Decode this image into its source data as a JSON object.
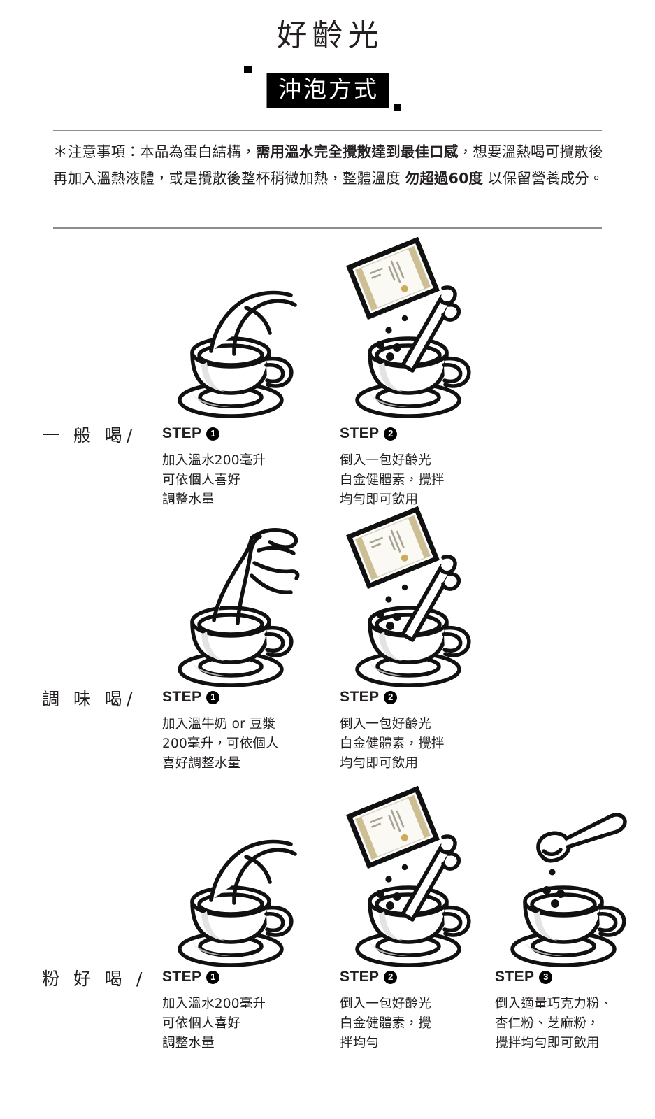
{
  "header": {
    "brand_title": "好齡光",
    "plate_title": "沖泡方式"
  },
  "notice": {
    "prefix": "＊注意事項：本品為蛋白結構，",
    "bold_1": "需用溫水完全攪散達到最佳口感",
    "middle": "，想要溫熱喝可攪散後再加入溫熱液體，或是攪散後整杯稍微加熱，整體溫度 ",
    "bold_2": "勿超過60度",
    "suffix": " 以保留營養成分。"
  },
  "sections": [
    {
      "category": "一 般 喝/",
      "steps": [
        {
          "label": "STEP",
          "num": "1",
          "lines": [
            "加入溫水200毫升",
            "可依個人喜好",
            "調整水量"
          ],
          "art": "pour-water"
        },
        {
          "label": "STEP",
          "num": "2",
          "lines": [
            "倒入一包好齡光",
            "白金健體素，攪拌",
            "均勻即可飲用"
          ],
          "art": "sachet-stir"
        }
      ]
    },
    {
      "category": "調 味 喝/",
      "steps": [
        {
          "label": "STEP",
          "num": "1",
          "lines": [
            "加入溫牛奶 or 豆漿",
            "200毫升，可依個人",
            "喜好調整水量"
          ],
          "art": "pour-milk"
        },
        {
          "label": "STEP",
          "num": "2",
          "lines": [
            "倒入一包好齡光",
            "白金健體素，攪拌",
            "均勻即可飲用"
          ],
          "art": "sachet-stir"
        }
      ]
    },
    {
      "category": "粉 好 喝 /",
      "steps": [
        {
          "label": "STEP",
          "num": "1",
          "lines": [
            "加入溫水200毫升",
            "可依個人喜好",
            "調整水量"
          ],
          "art": "pour-water"
        },
        {
          "label": "STEP",
          "num": "2",
          "lines": [
            "倒入一包好齡光",
            "白金健體素，攪",
            "拌均勻"
          ],
          "art": "sachet-stir"
        },
        {
          "label": "STEP",
          "num": "3",
          "lines": [
            "倒入適量巧克力粉、",
            "杏仁粉、芝麻粉，",
            "攪拌均勻即可飲用"
          ],
          "art": "spoon-powder"
        }
      ]
    }
  ],
  "colors": {
    "ink": "#231f20",
    "plate_bg": "#000000",
    "plate_fg": "#ffffff",
    "rule": "#8d8d8d",
    "cup_shade": "#e2e2e2",
    "sachet_cream": "#fbf9f3",
    "sachet_gold": "#c6b храм"
  }
}
